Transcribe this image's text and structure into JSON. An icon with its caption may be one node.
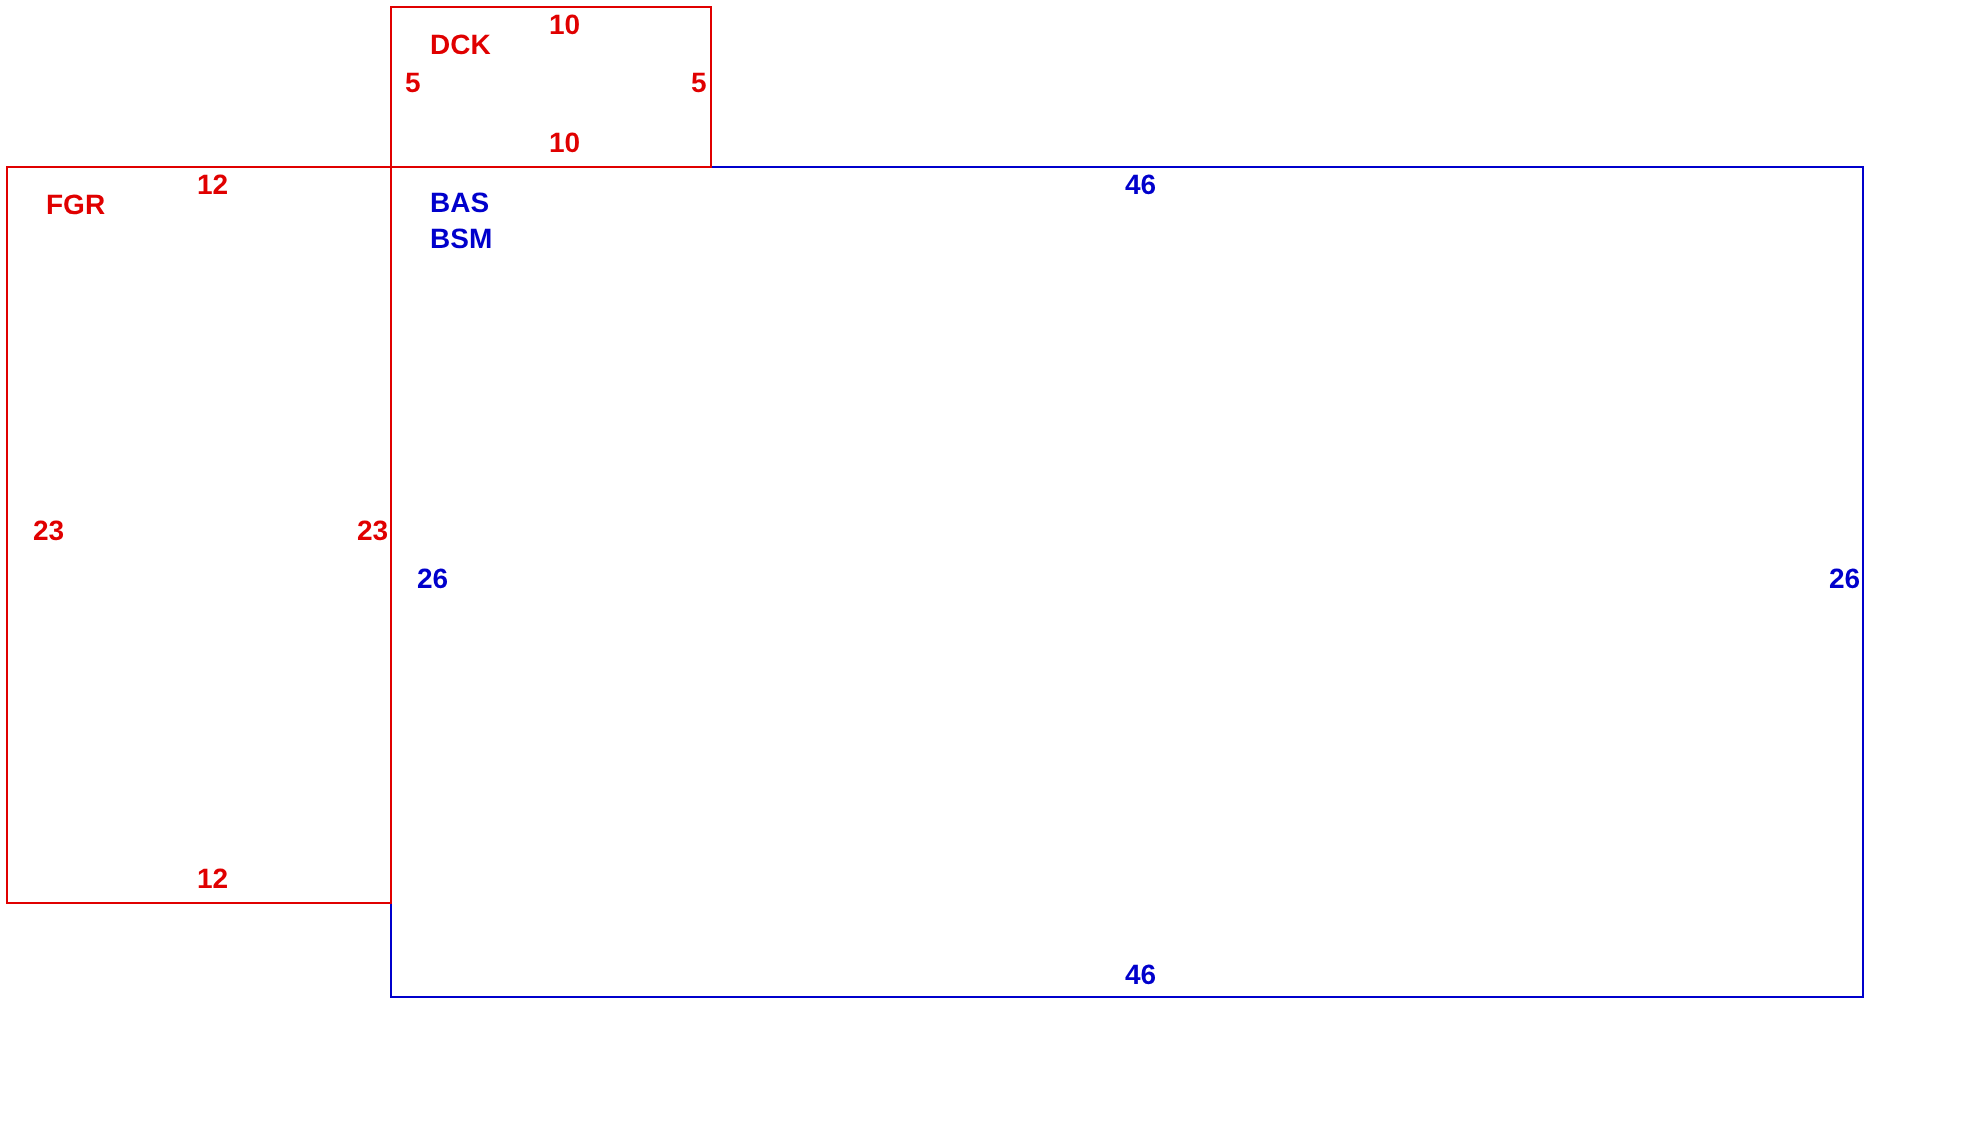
{
  "diagram": {
    "nodes": [
      {
        "text": [
          "DCK",
          "10",
          "5",
          "5",
          "10"
        ]
      },
      {
        "text": [
          "FGR",
          "12",
          "23",
          "23",
          "12"
        ]
      },
      {
        "text": [
          "BAS",
          "BSM",
          "46",
          "26",
          "26",
          "46"
        ]
      }
    ]
  }
}
